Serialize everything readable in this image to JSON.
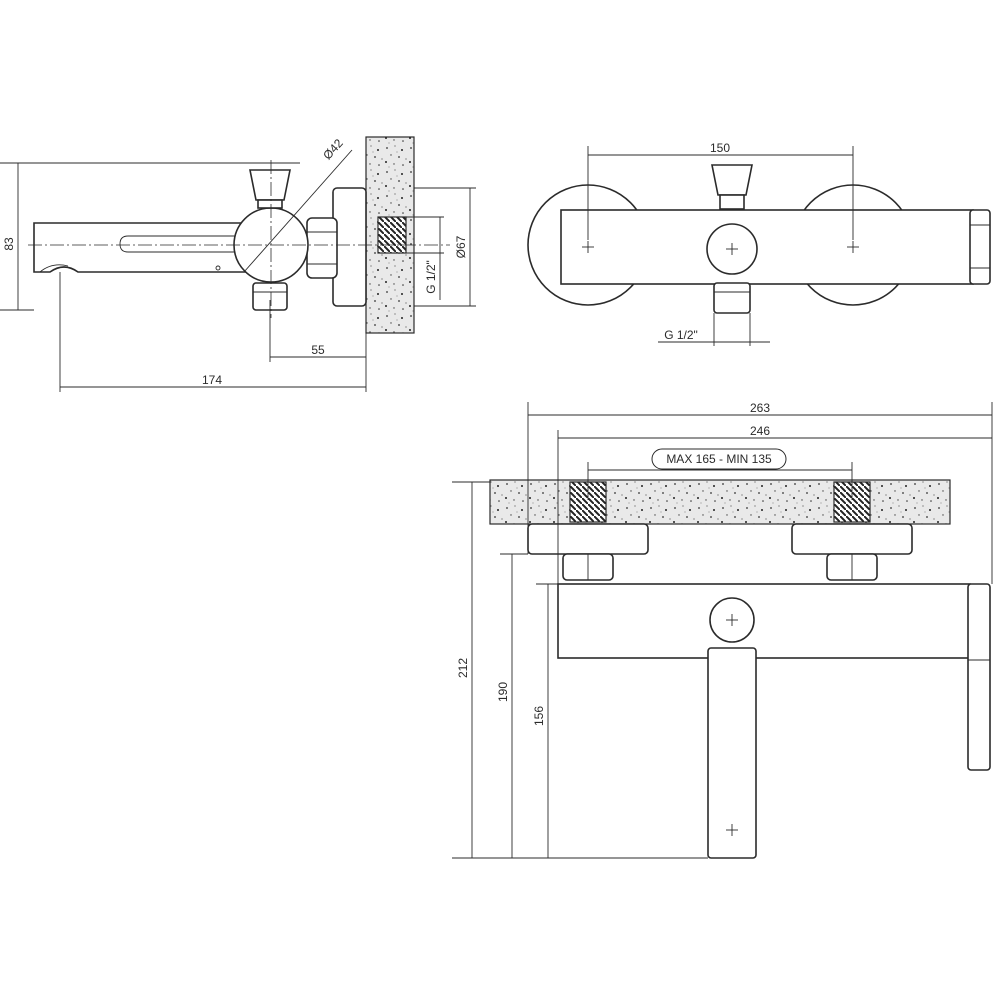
{
  "dimensions": {
    "side_height": "83",
    "knob_diameter": "Ø42",
    "flange_diameter": "Ø67",
    "side_thread": "G 1/2\"",
    "wall_to_outlet": "55",
    "total_projection": "174",
    "centers_top": "150",
    "top_thread": "G 1/2\"",
    "overall_width": "263",
    "body_width": "246",
    "connection_range": "MAX 165 - MIN 135",
    "height_212": "212",
    "height_190": "190",
    "height_156": "156"
  }
}
